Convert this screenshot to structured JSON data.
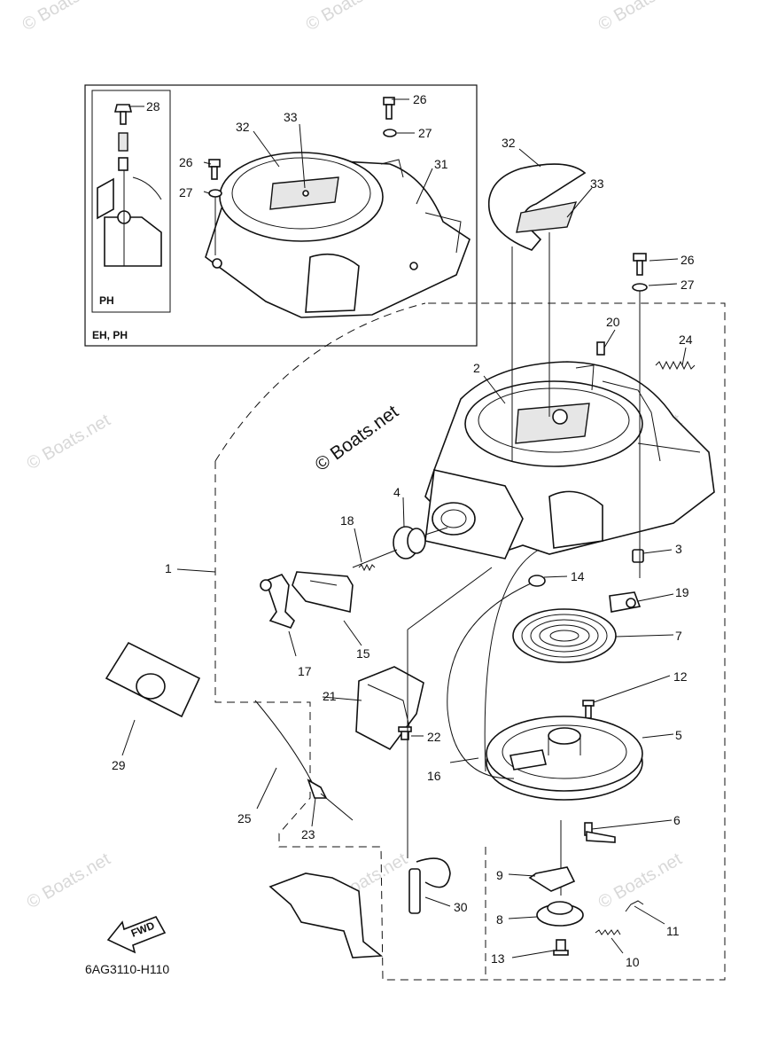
{
  "diagram_code": "6AG3110-H110",
  "inset": {
    "model_label": "EH, PH",
    "detail_label": "PH"
  },
  "watermark_text": "© Boats.net",
  "fwd_label": "FWD",
  "callouts": {
    "c1": "1",
    "c2": "2",
    "c3": "3",
    "c4": "4",
    "c5": "5",
    "c6": "6",
    "c7": "7",
    "c8": "8",
    "c9": "9",
    "c10": "10",
    "c11": "11",
    "c12": "12",
    "c13": "13",
    "c14": "14",
    "c15": "15",
    "c16": "16",
    "c17": "17",
    "c18": "18",
    "c19": "19",
    "c20": "20",
    "c21": "21",
    "c22": "22",
    "c23": "23",
    "c24": "24",
    "c25": "25",
    "c26": "26",
    "c27": "27",
    "c28": "28",
    "c29": "29",
    "c30": "30",
    "c31": "31",
    "c32": "32",
    "c33": "33"
  }
}
